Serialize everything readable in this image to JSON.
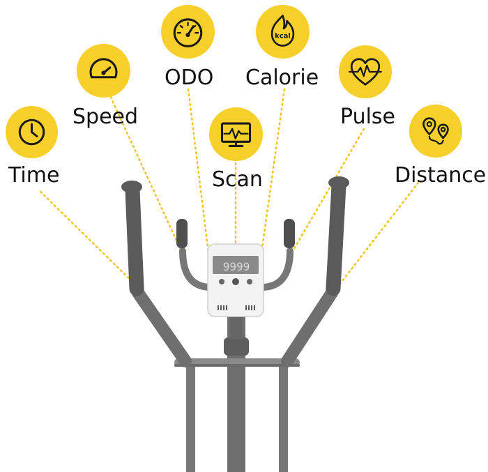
{
  "features": [
    {
      "key": "time",
      "label": "Time",
      "icon": "clock-icon"
    },
    {
      "key": "speed",
      "label": "Speed",
      "icon": "speedometer-icon"
    },
    {
      "key": "odo",
      "label": "ODO",
      "icon": "odometer-gauge-icon"
    },
    {
      "key": "scan",
      "label": "Scan",
      "icon": "monitor-waveform-icon"
    },
    {
      "key": "calorie",
      "label": "Calorie",
      "icon": "kcal-flame-icon"
    },
    {
      "key": "pulse",
      "label": "Pulse",
      "icon": "heart-pulse-icon"
    },
    {
      "key": "distance",
      "label": "Distance",
      "icon": "map-pins-route-icon"
    }
  ],
  "calorie_icon_text": "kcal",
  "console_display": "9999",
  "colors": {
    "badge": "#f6cf2a",
    "icon_stroke": "#1a1a1a",
    "leader_line": "#f0c419",
    "frame": "#6f6f6f",
    "frame_dark": "#555555",
    "console_body": "#f3f3f3",
    "lcd": "#8a8a8a"
  }
}
